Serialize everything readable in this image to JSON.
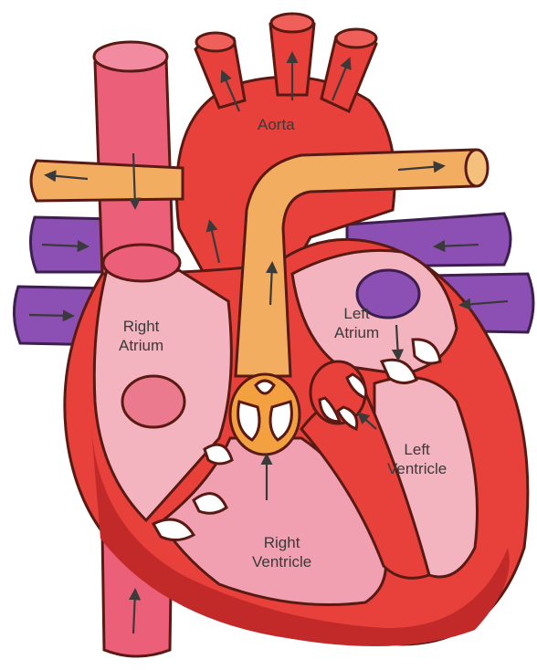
{
  "labels": {
    "aorta": "Aorta",
    "right_atrium": [
      "Right",
      "Atrium"
    ],
    "left_atrium": [
      "Left",
      "Atrium"
    ],
    "left_ventricle": [
      "Left",
      "Ventricle"
    ],
    "right_ventricle": [
      "Right",
      "Ventricle"
    ]
  },
  "colors": {
    "outline": "#5a1a14",
    "heart_red": "#e8403a",
    "heart_dark_red": "#c22a2a",
    "vena_cava_pink": "#ec5f78",
    "chamber_pink": "#f4b4bf",
    "pulmonary_artery": "#f2ad61",
    "pulmonary_veins": "#8c4fb3",
    "valve_white": "#ffffff",
    "arrow": "#3a3a3a"
  },
  "icons": {
    "flow_arrows": "arrow-icon"
  }
}
